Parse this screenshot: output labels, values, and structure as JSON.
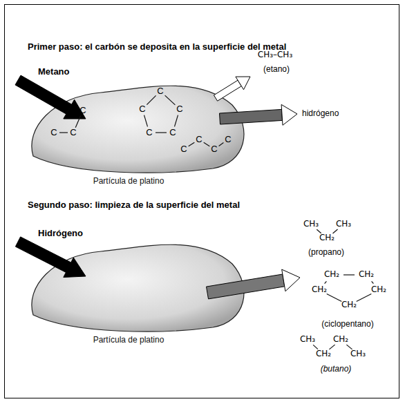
{
  "diagram": {
    "nodes": [
      {
        "text": [
          "Partícula de platino"
        ]
      },
      {
        "text": [
          "Partícula de platino"
        ]
      }
    ],
    "labels": [
      "Primer paso: el carbón se deposita en la superficie del metal",
      "Metano",
      "C",
      "C",
      "C",
      "C",
      "C",
      "C",
      "C",
      "C",
      "C",
      "C",
      "C",
      "C",
      "CH₃–CH₃",
      "(etano)",
      "hidrógeno",
      "Segundo paso: limpieza de la superficie del metal",
      "Hidrógeno",
      "CH₃",
      "CH₃",
      "CH₂",
      "(propano)",
      "CH₂",
      "CH₂",
      "CH₂",
      "CH₂",
      "CH₂",
      "(ciclopentano)",
      "CH₃",
      "CH₂",
      "CH₂",
      "CH₃",
      "(butano)"
    ]
  }
}
